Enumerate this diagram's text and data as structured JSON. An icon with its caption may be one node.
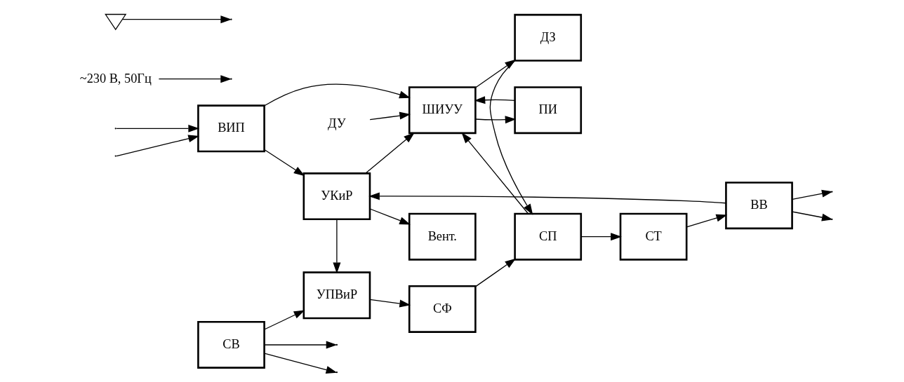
{
  "diagram": {
    "nodes": [
      {
        "text": [
          "СВ"
        ]
      },
      {
        "text": [
          "УПВиР"
        ]
      },
      {
        "text": [
          "СФ"
        ]
      },
      {
        "text": [
          "СП"
        ]
      },
      {
        "text": [
          "СТ"
        ]
      },
      {
        "text": [
          "ВВ"
        ]
      },
      {
        "text": [
          "ВИП"
        ]
      },
      {
        "text": [
          "УКиР"
        ]
      },
      {
        "text": [
          "ШИУУ"
        ]
      },
      {
        "text": [
          "ДЗ"
        ]
      },
      {
        "text": [
          "Вент."
        ]
      },
      {
        "text": [
          "ПИ"
        ]
      },
      {
        "text": [
          "~230 В, 50Гц"
        ]
      },
      {
        "text": [
          "ДУ"
        ]
      },
      {
        "text": [],
        "shape": "ground"
      }
    ],
    "edges": [
      {
        "from": 12,
        "to": null,
        "arrow": "to"
      },
      {
        "from": 0,
        "to": null,
        "arrow": "to"
      },
      {
        "from": 0,
        "to": null,
        "arrow": "to"
      },
      {
        "from": 14,
        "to": null,
        "arrow": "to"
      },
      {
        "from": null,
        "to": 6,
        "arrow": "to"
      },
      {
        "from": null,
        "to": 6,
        "arrow": "to"
      },
      {
        "from": 0,
        "to": 1,
        "arrow": "to"
      },
      {
        "from": 1,
        "to": 2,
        "arrow": "to"
      },
      {
        "from": 2,
        "to": 3,
        "arrow": "to"
      },
      {
        "from": 3,
        "to": 4,
        "arrow": "to"
      },
      {
        "from": 4,
        "to": 5,
        "arrow": "to"
      },
      {
        "from": 5,
        "to": null,
        "arrow": "to"
      },
      {
        "from": 5,
        "to": null,
        "arrow": "to"
      },
      {
        "from": 5,
        "to": 7,
        "arrow": "to"
      },
      {
        "from": 3,
        "to": 8,
        "arrow": "to"
      },
      {
        "from": 13,
        "to": 8,
        "arrow": "to"
      },
      {
        "from": 6,
        "to": 8,
        "arrow": "to"
      },
      {
        "from": 6,
        "to": 7,
        "arrow": "to"
      },
      {
        "from": 7,
        "to": 1,
        "arrow": "to"
      },
      {
        "from": 7,
        "to": 8,
        "arrow": "to"
      },
      {
        "from": 8,
        "to": 9,
        "arrow": "to"
      },
      {
        "from": 9,
        "to": 3,
        "arrow": "to"
      },
      {
        "from": 7,
        "to": 10,
        "arrow": "to"
      },
      {
        "from": 8,
        "to": 11,
        "arrow": "to"
      },
      {
        "from": 11,
        "to": 8,
        "arrow": "to"
      }
    ]
  }
}
